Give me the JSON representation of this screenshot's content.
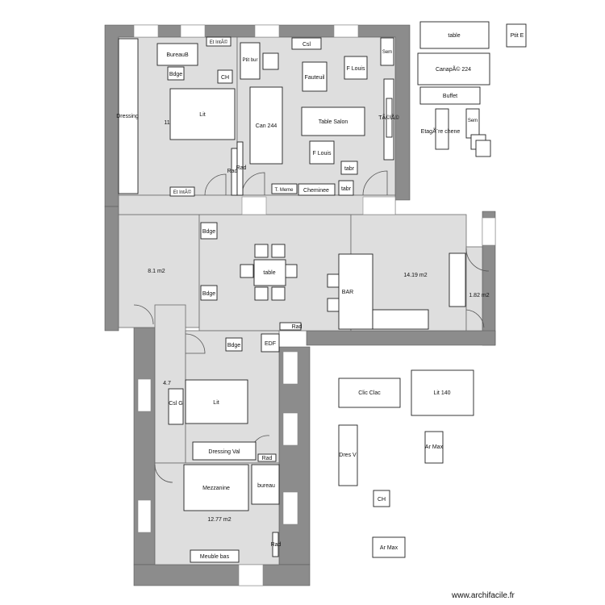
{
  "labels": {
    "bureau_b": "BureauB",
    "et_int_top": "Et IntÃ©",
    "csl": "Csl",
    "sem_top": "Sem",
    "table_outside": "table",
    "ptit_e": "Ptit E",
    "ptit_bur": "Ptit bur",
    "fauteuil": "Fauteuil",
    "f_louis_top": "F Louis",
    "canape_224": "CanapÃ© 224",
    "bdge_1": "Bdge",
    "ch_1": "CH",
    "buffet": "Buffet",
    "dressing": "Dressing",
    "lit_1": "Lit",
    "area_11": "11",
    "can_244": "Can 244",
    "table_salon": "Table Salon",
    "tele": "TÃ©lÃ©",
    "etagere_chene": "EtagÃ¨re chene",
    "sem_right": "Sem",
    "f_louis_bottom": "F Louis",
    "rad_1": "Rad",
    "rad_2": "Rad",
    "tabr_1": "tabr",
    "tabr_2": "tabr",
    "et_int_bottom": "Et IntÃ©",
    "t_meme": "T. Meme",
    "cheminee": "Cheminee",
    "bdge_2": "Bdge",
    "area_8_1": "8.1 m2",
    "table_dining": "table",
    "bar": "BAR",
    "area_14_19": "14.19 m2",
    "area_1_82": "1.82 m2",
    "bdge_3": "Bdge",
    "rad_3": "Rad",
    "bdge_4": "Bdge",
    "edf": "EDF",
    "area_4_7": "4.7",
    "csl_g": "Csl G",
    "lit_2": "Lit",
    "clic_clac": "Clic Clac",
    "lit_140": "Lit 140",
    "dressing_val": "Dressing Val",
    "rad_4": "Rad",
    "ar_max_1": "Ar Max",
    "dres_v": "Dres V",
    "mezzanine": "Mezzanine",
    "bureau": "bureau",
    "ch_2": "CH",
    "area_12_77": "12.77 m2",
    "rad_5": "Rad",
    "ar_max_2": "Ar Max",
    "meuble_bas": "Meuble bas"
  },
  "credit": "www.archifacile.fr"
}
